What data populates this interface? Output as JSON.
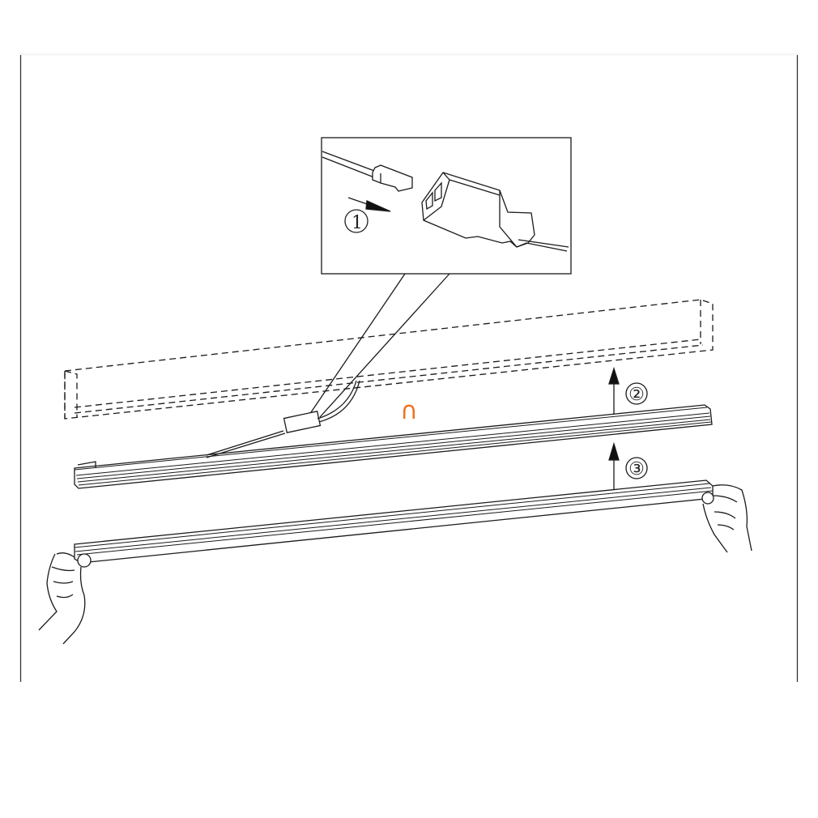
{
  "steps": {
    "step1": "①",
    "step2": "②",
    "step3": "③"
  },
  "marker": {
    "symbol": "∩",
    "color": "#f07020"
  }
}
